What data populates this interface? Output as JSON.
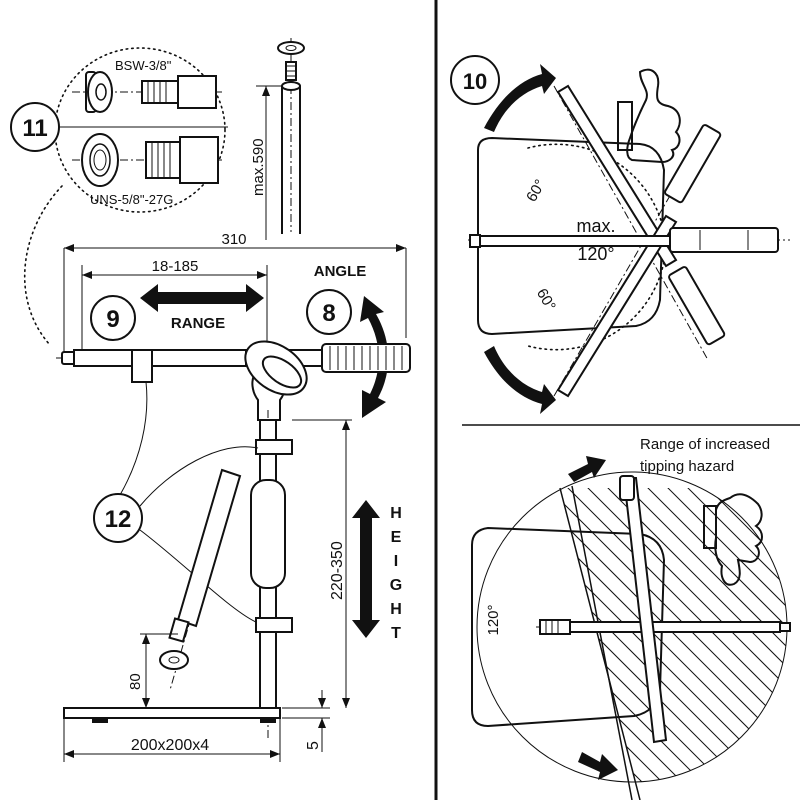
{
  "callouts": {
    "c11": "11",
    "c10": "10",
    "c9": "9",
    "c8": "8",
    "c12": "12"
  },
  "labels": {
    "thread_top": "BSW-3/8\"",
    "thread_bottom": "UNS-5/8\"-27G",
    "max_height": "max.590",
    "width": "310",
    "range_dim": "18-185",
    "range": "RANGE",
    "angle": "ANGLE",
    "height_dim": "220-350",
    "height_letters": [
      "H",
      "E",
      "I",
      "G",
      "H",
      "T"
    ],
    "dim_80": "80",
    "dim_5": "5",
    "base": "200x200x4",
    "angle_60_top": "60°",
    "angle_60_bottom": "60°",
    "max": "max.",
    "max_angle": "120°",
    "tip_line1": "Range of increased",
    "tip_line2": "tipping hazard",
    "angle_120": "120°"
  },
  "icons": {
    "thumbs_up": "thumbs-up-icon",
    "thumbs_down": "thumbs-down-icon"
  }
}
